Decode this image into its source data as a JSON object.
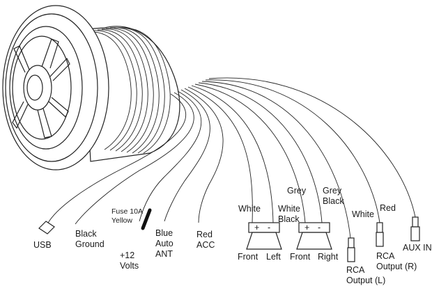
{
  "labels": {
    "usb": "USB",
    "black": "Black",
    "ground": "Ground",
    "fuse": "Fuse 10A",
    "yellow": "Yellow",
    "plus12": "+12",
    "volts": "Volts",
    "blue": "Blue",
    "auto": "Auto",
    "ant": "ANT",
    "red_acc_color": "Red",
    "acc": "ACC",
    "white_left": "White",
    "white_black_1": "White",
    "white_black_2": "Black",
    "grey": "Grey",
    "grey_black_1": "Grey",
    "grey_black_2": "Black",
    "white_rca": "White",
    "red_rca": "Red",
    "front_left_1": "Front",
    "front_left_2": "Left",
    "front_right_1": "Front",
    "front_right_2": "Right",
    "rca_l_1": "RCA",
    "rca_l_2": "Output (L)",
    "rca_r_1": "RCA",
    "rca_r_2": "Output (R)",
    "aux": "AUX IN",
    "plus_sign": "+",
    "minus_sign": "-"
  }
}
